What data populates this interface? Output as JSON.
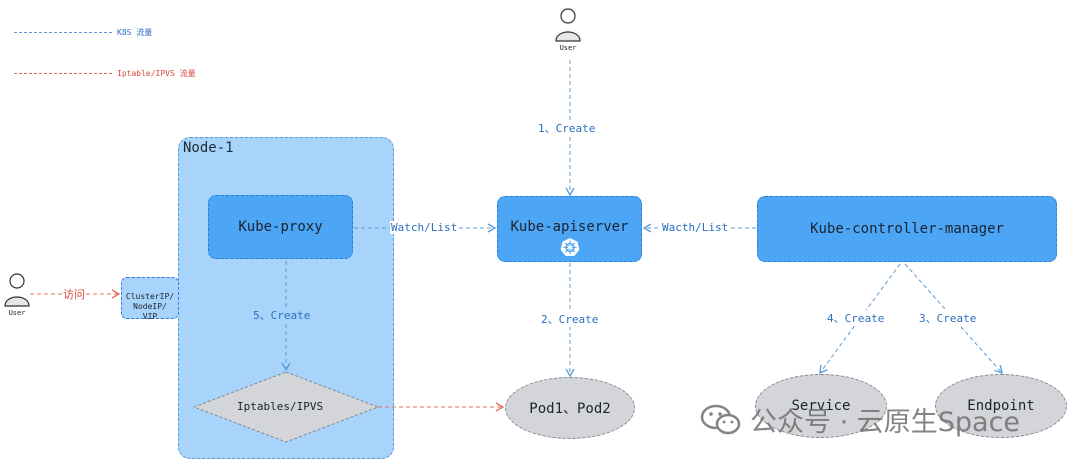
{
  "legend": [
    {
      "label": "K8S 流量",
      "color": "#5b9bd5"
    },
    {
      "label": "Iptable/IPVS 流量",
      "color": "#e36f64"
    }
  ],
  "users": {
    "top_label": "User",
    "left_label": "User"
  },
  "node_group": {
    "label": "Node-1"
  },
  "nodes": {
    "kube_proxy": "Kube-proxy",
    "kube_apiserver": "Kube-apiserver",
    "kube_controller_manager": "Kube-controller-manager",
    "vip": "ClusterIP/\nNodeIP/\nVIP",
    "iptables": "Iptables/IPVS",
    "pods": "Pod1、Pod2",
    "service": "Service",
    "endpoint": "Endpoint"
  },
  "edges": {
    "e1": "1、Create",
    "e2": "2、Create",
    "e3": "3、Create",
    "e4": "4、Create",
    "e5": "5、Create",
    "watch_list": "Watch/List",
    "wacth_list": "Wacth/List",
    "visit": "访问"
  },
  "icons": {
    "apiserver": "kubernetes-helm-icon",
    "user": "user-icon",
    "watermark": "wechat-icon"
  },
  "colors": {
    "k8s_flow": "#5b9bd5",
    "iptables_flow": "#e36f64",
    "node_fill": "#4da6f5",
    "group_fill": "#a8d3fa"
  },
  "watermark": "公众号 · 云原生Space"
}
